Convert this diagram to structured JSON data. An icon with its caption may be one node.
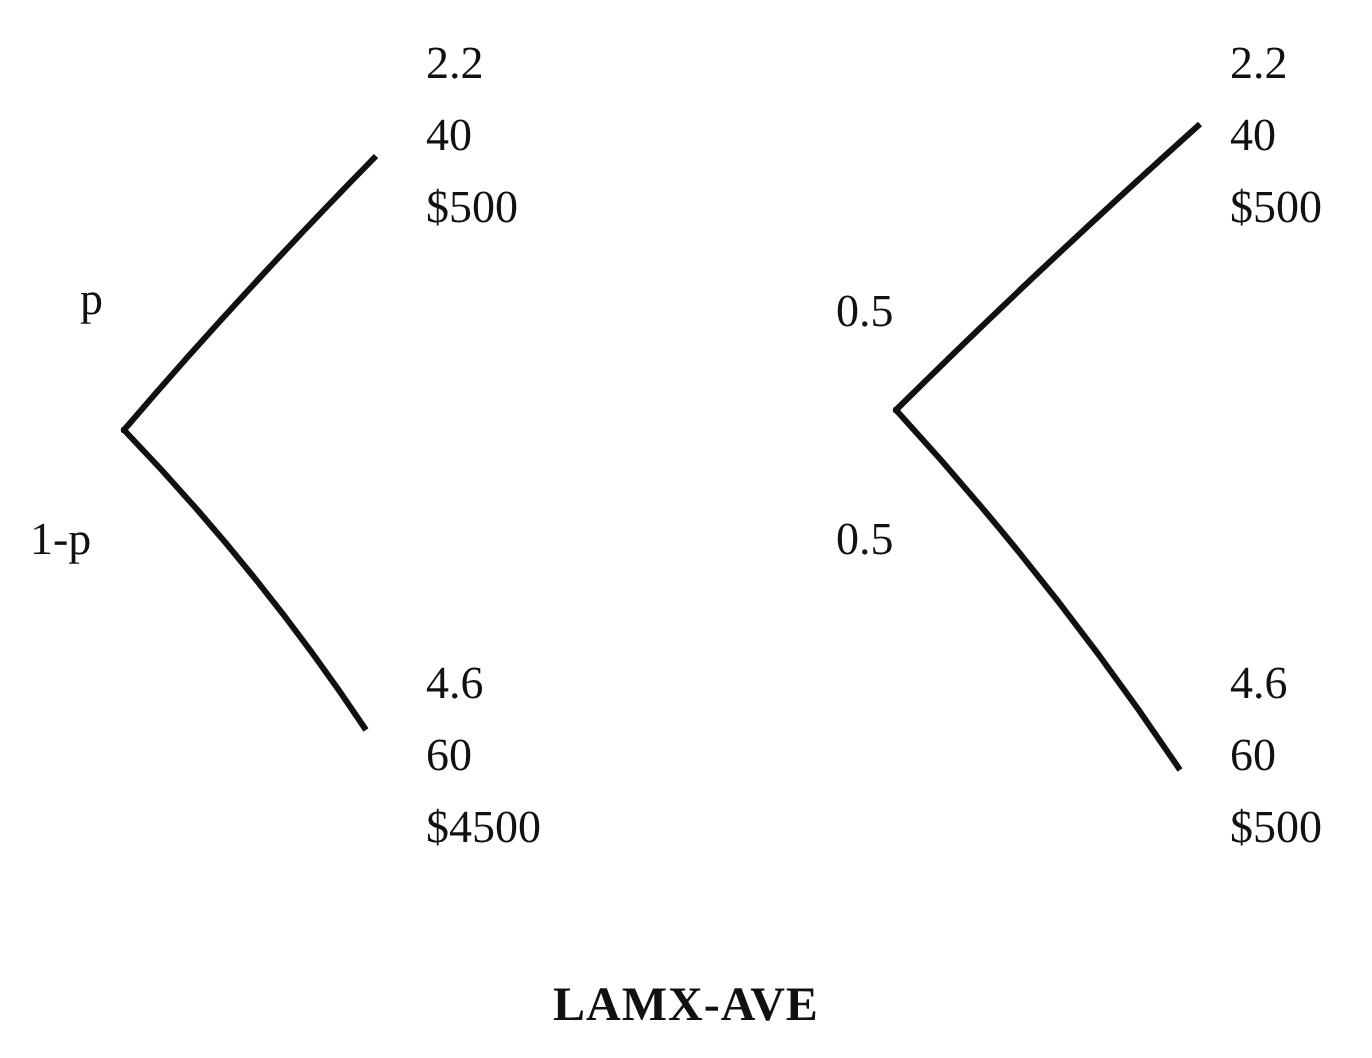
{
  "diagram": {
    "caption": "LAMX-AVE",
    "nodes": [
      {
        "text": [],
        "shape": "point"
      },
      {
        "text": [
          "2.2",
          "40",
          "$500"
        ]
      },
      {
        "text": [
          "4.6",
          "60",
          "$4500"
        ]
      },
      {
        "text": [],
        "shape": "point"
      },
      {
        "text": [
          "2.2",
          "40",
          "$500"
        ]
      },
      {
        "text": [
          "4.6",
          "60",
          "$500"
        ]
      }
    ],
    "edges": [
      {
        "from": 0,
        "to": 1,
        "arrow": "none",
        "label": "p"
      },
      {
        "from": 0,
        "to": 2,
        "arrow": "none",
        "label": "1-p"
      },
      {
        "from": 3,
        "to": 4,
        "arrow": "none",
        "label": "0.5"
      },
      {
        "from": 3,
        "to": 5,
        "arrow": "none",
        "label": "0.5"
      }
    ]
  }
}
